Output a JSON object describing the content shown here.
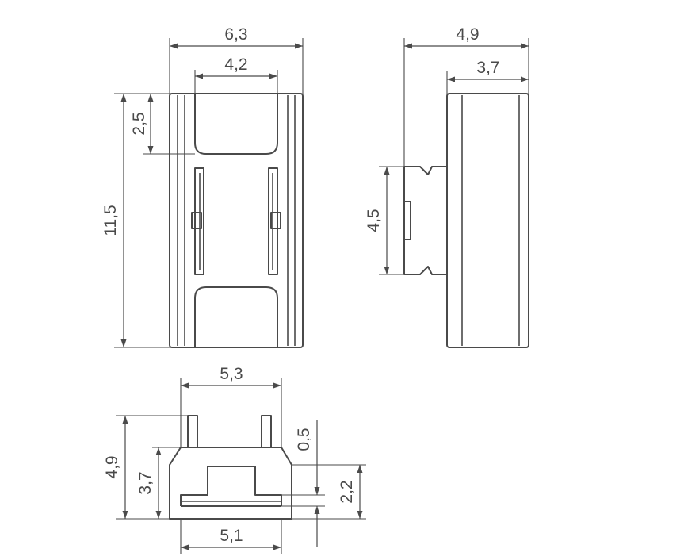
{
  "colors": {
    "line": "#4a4a4a",
    "background": "#ffffff"
  },
  "views": {
    "front": {
      "width_outer": "6,3",
      "width_inner": "4,2",
      "height_top_pad": "2,5",
      "height_total": "11,5"
    },
    "side": {
      "depth_total": "4,9",
      "depth_body": "3,7",
      "clip_height": "4,5"
    },
    "bottom": {
      "width_top": "5,3",
      "width_bottom": "5,1",
      "height_total": "4,9",
      "height_body": "3,7",
      "pin_height": "0,5",
      "base_height": "2,2"
    }
  }
}
